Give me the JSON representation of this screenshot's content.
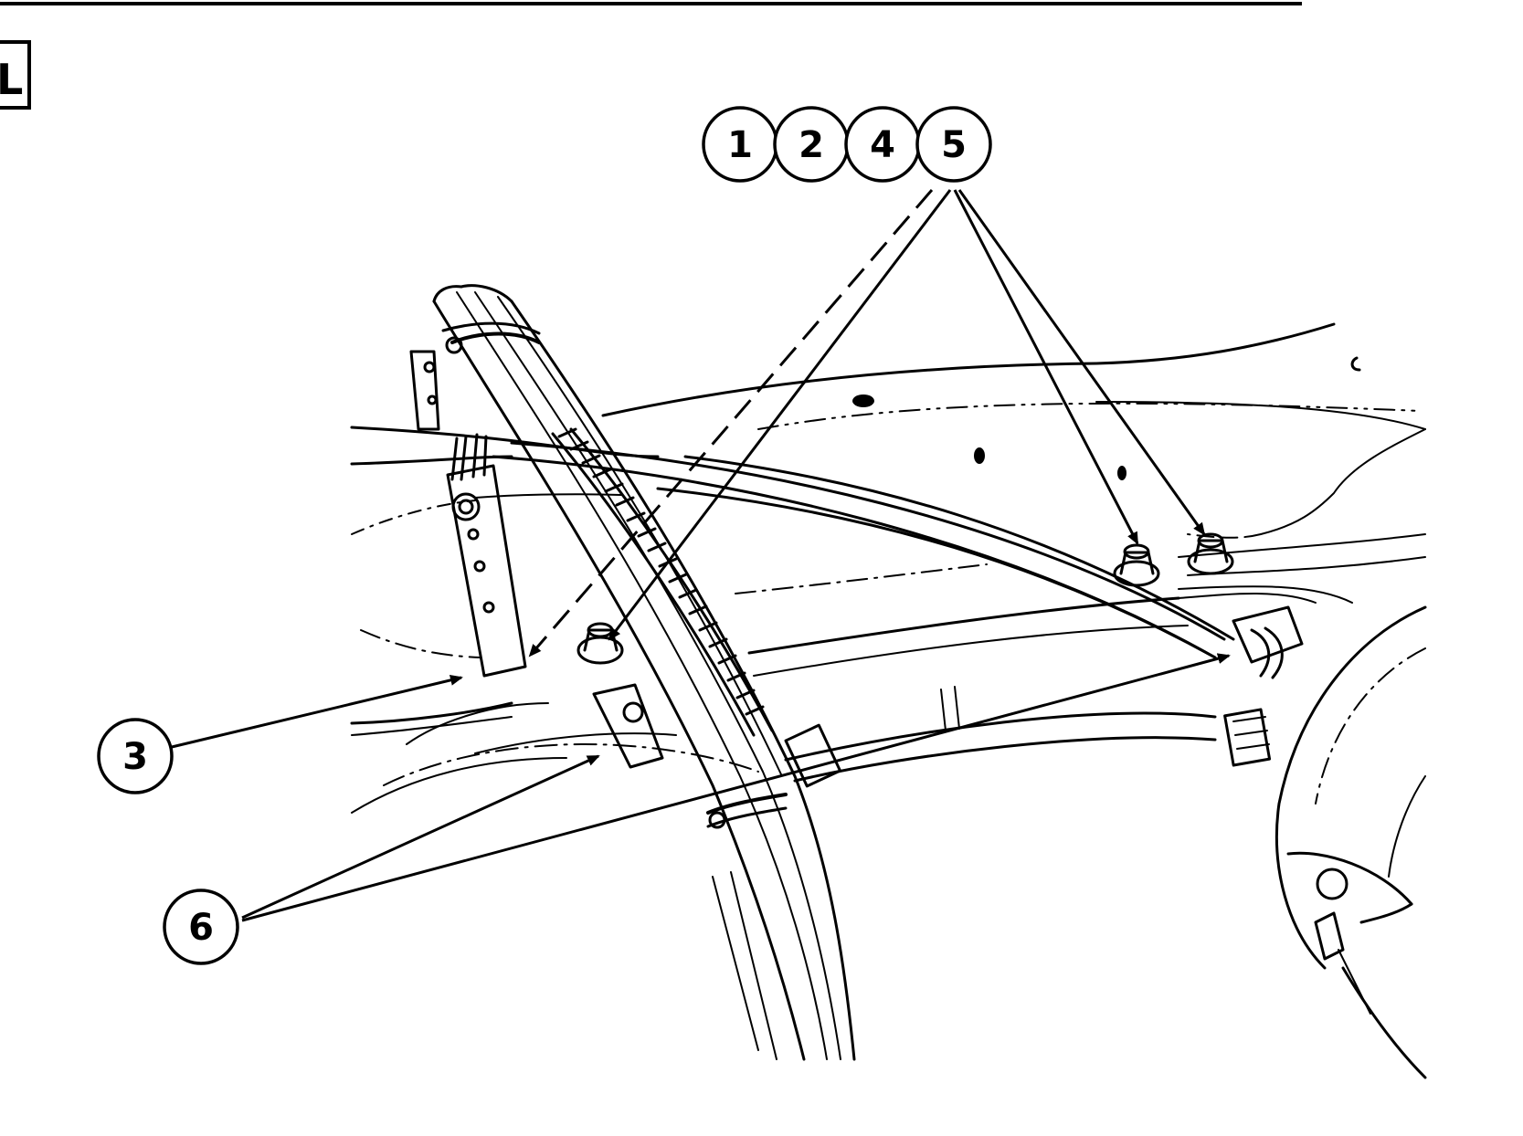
{
  "figure": {
    "step_label": "L",
    "callouts": [
      {
        "id": "c1",
        "label": "1"
      },
      {
        "id": "c2",
        "label": "2"
      },
      {
        "id": "c4",
        "label": "4"
      },
      {
        "id": "c5",
        "label": "5"
      },
      {
        "id": "c3",
        "label": "3"
      },
      {
        "id": "c6",
        "label": "6"
      }
    ]
  },
  "colors": {
    "ink": "#000000",
    "paper": "#ffffff"
  }
}
